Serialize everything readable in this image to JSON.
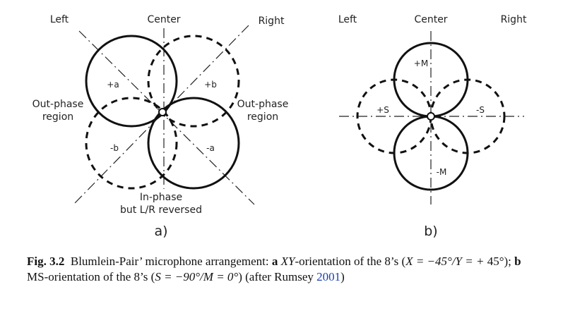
{
  "diagram_a": {
    "left": "Left",
    "center": "Center",
    "right": "Right",
    "out_phase_left": [
      "Out-phase",
      "region"
    ],
    "out_phase_right": [
      "Out-phase",
      "region"
    ],
    "in_phase": [
      "In-phase",
      "but L/R reversed"
    ],
    "lobe_pa": "+a",
    "lobe_pb": "+b",
    "lobe_ma": "-a",
    "lobe_mb": "-b",
    "sublabel": "a)"
  },
  "diagram_b": {
    "left": "Left",
    "center": "Center",
    "right": "Right",
    "lobe_pm": "+M",
    "lobe_mm": "-M",
    "lobe_ps": "+S",
    "lobe_ms": "-S",
    "sublabel": "b)"
  },
  "caption": {
    "fig": "Fig. 3.2",
    "text_1": "Blumlein-Pair’ microphone arrangement: ",
    "a": "a",
    "xy": "XY",
    "text_2": "-orientation of the 8’s (",
    "eq_1": "X = −45°/Y = +",
    "text_3": "45°); ",
    "b": "b",
    "text_4": " MS-orientation of the 8’s (",
    "eq_2": "S = −90°/M = 0°",
    "text_5": ") (after Rumsey ",
    "year": "2001",
    "text_6": ")"
  }
}
